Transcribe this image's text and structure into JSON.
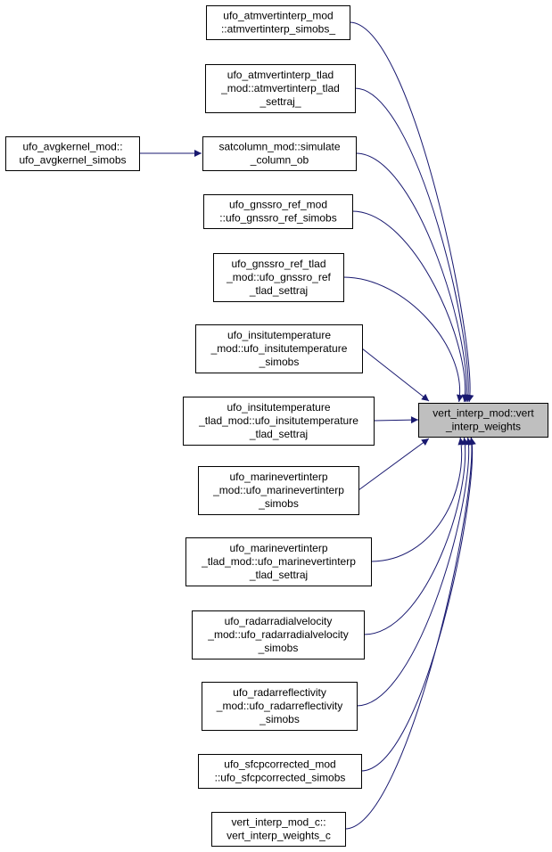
{
  "diagram": {
    "target": {
      "id": "target",
      "lines": [
        "vert_interp_mod::vert",
        "_interp_weights"
      ],
      "fill": "#bfbfbf"
    },
    "callers": [
      {
        "id": "atmvertinterp",
        "lines": [
          "ufo_atmvertinterp_mod",
          "::atmvertinterp_simobs_"
        ]
      },
      {
        "id": "atmvertinterp-tlad",
        "lines": [
          "ufo_atmvertinterp_tlad",
          "_mod::atmvertinterp_tlad",
          "_settraj_"
        ]
      },
      {
        "id": "satcolumn",
        "lines": [
          "satcolumn_mod::simulate",
          "_column_ob"
        ]
      },
      {
        "id": "gnssro-ref",
        "lines": [
          "ufo_gnssro_ref_mod",
          "::ufo_gnssro_ref_simobs"
        ]
      },
      {
        "id": "gnssro-ref-tlad",
        "lines": [
          "ufo_gnssro_ref_tlad",
          "_mod::ufo_gnssro_ref",
          "_tlad_settraj"
        ]
      },
      {
        "id": "insitutemperature",
        "lines": [
          "ufo_insitutemperature",
          "_mod::ufo_insitutemperature",
          "_simobs"
        ]
      },
      {
        "id": "insitutemperature-tlad",
        "lines": [
          "ufo_insitutemperature",
          "_tlad_mod::ufo_insitutemperature",
          "_tlad_settraj"
        ]
      },
      {
        "id": "marinevertinterp",
        "lines": [
          "ufo_marinevertinterp",
          "_mod::ufo_marinevertinterp",
          "_simobs"
        ]
      },
      {
        "id": "marinevertinterp-tlad",
        "lines": [
          "ufo_marinevertinterp",
          "_tlad_mod::ufo_marinevertinterp",
          "_tlad_settraj"
        ]
      },
      {
        "id": "radarradialvelocity",
        "lines": [
          "ufo_radarradialvelocity",
          "_mod::ufo_radarradialvelocity",
          "_simobs"
        ]
      },
      {
        "id": "radarreflectivity",
        "lines": [
          "ufo_radarreflectivity",
          "_mod::ufo_radarreflectivity",
          "_simobs"
        ]
      },
      {
        "id": "sfcpcorrected",
        "lines": [
          "ufo_sfcpcorrected_mod",
          "::ufo_sfcpcorrected_simobs"
        ]
      },
      {
        "id": "vert-interp-c",
        "lines": [
          "vert_interp_mod_c::",
          "vert_interp_weights_c"
        ]
      }
    ],
    "second_level": [
      {
        "id": "avgkernel",
        "lines": [
          "ufo_avgkernel_mod::",
          "ufo_avgkernel_simobs"
        ],
        "calls": "satcolumn"
      }
    ],
    "edge_color": "#191970"
  }
}
